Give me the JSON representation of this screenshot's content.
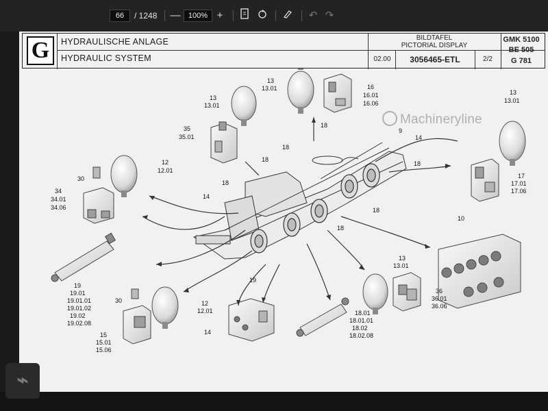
{
  "toolbar": {
    "page_current": "66",
    "page_total": "/ 1248",
    "zoom_out": "—",
    "zoom_value": "100%",
    "zoom_in": "+"
  },
  "title_block": {
    "logo_letter": "G",
    "title_de": "HYDRAULISCHE ANLAGE",
    "title_en": "HYDRAULIC SYSTEM",
    "bildtafel": "BILDTAFEL",
    "pictorial": "PICTORIAL DISPLAY",
    "version": "02.00",
    "doc_number": "3056465-ETL",
    "sheet": "2/2",
    "model_1": "GMK 5100",
    "model_2": "BE 505",
    "model_3": "G 781"
  },
  "watermark": "Machineryline",
  "callouts": {
    "c13a": "13",
    "c13a2": "13.01",
    "c13b": "13",
    "c13b2": "13.01",
    "c16a": "16",
    "c16b": "16.01",
    "c16c": "16.06",
    "c13c": "13",
    "c13c2": "13.01",
    "c35a": "35",
    "c35b": "35.01",
    "c12a": "12",
    "c12b": "12.01",
    "c30a": "30",
    "c34a": "34",
    "c34b": "34.01",
    "c34c": "34.06",
    "c18a": "18",
    "c18b": "18",
    "c18c": "18",
    "c18d": "18",
    "c18e": "18",
    "c18f": "18",
    "c9": "9",
    "c14a": "14",
    "c14b": "14",
    "c17a": "17",
    "c17b": "17.01",
    "c17c": "17.06",
    "c10": "10",
    "c19a": "19",
    "c19b": "19.01",
    "c19c": "19.01.01",
    "c19d": "19.01.02",
    "c19e": "19.02",
    "c19f": "19.02.08",
    "c19g": "19",
    "c30b": "30",
    "c15a": "15",
    "c15b": "15.01",
    "c15c": "15.06",
    "c12c": "12",
    "c12d": "12.01",
    "c14c": "14",
    "c18g": "18",
    "c18h": "18.01",
    "c18i": "18.01.01",
    "c18j": "18.02",
    "c18k": "18.02.08",
    "c13d": "13",
    "c13d2": "13.01",
    "c36a": "36",
    "c36b": "36.01",
    "c36c": "36.06"
  }
}
